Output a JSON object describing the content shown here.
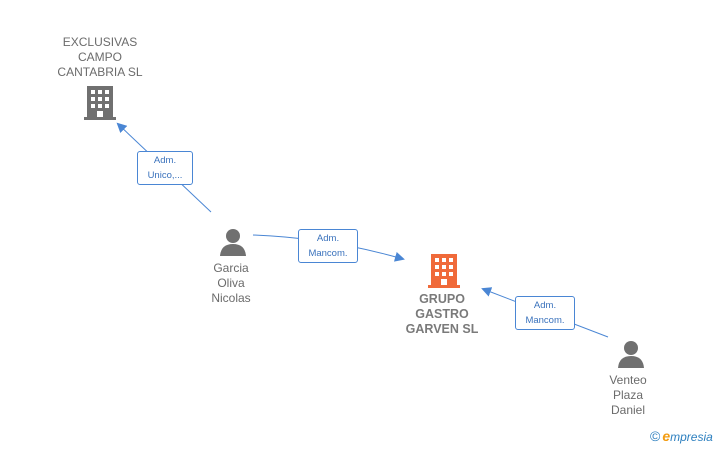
{
  "nodes": {
    "exclusivas": {
      "label": "EXCLUSIVAS\nCAMPO\nCANTABRIA  SL",
      "icon": "building-icon",
      "color": "#707070"
    },
    "garcia": {
      "label": "Garcia\nOliva\nNicolas",
      "icon": "person-icon",
      "color": "#707070"
    },
    "grupo": {
      "label": "GRUPO\nGASTRO\nGARVEN  SL",
      "icon": "building-icon",
      "color": "#f06a3a"
    },
    "venteo": {
      "label": "Venteo\nPlaza\nDaniel",
      "icon": "person-icon",
      "color": "#707070"
    }
  },
  "edges": {
    "e1": {
      "line1": "Adm.",
      "line2": "Unico,..."
    },
    "e2": {
      "line1": "Adm.",
      "line2": "Mancom."
    },
    "e3": {
      "line1": "Adm.",
      "line2": "Mancom."
    }
  },
  "brand": {
    "copyright": "©",
    "initial": "e",
    "rest": "mpresia"
  },
  "colors": {
    "edge": "#4a86d4"
  }
}
